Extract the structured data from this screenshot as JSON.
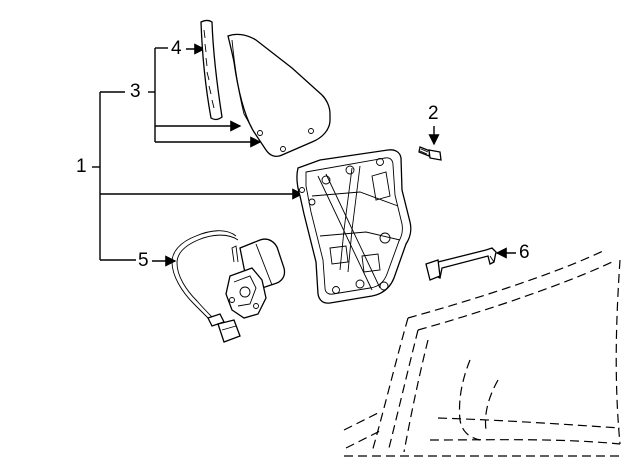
{
  "diagram": {
    "callouts": [
      {
        "id": "1",
        "label": "1"
      },
      {
        "id": "2",
        "label": "2"
      },
      {
        "id": "3",
        "label": "3"
      },
      {
        "id": "4",
        "label": "4"
      },
      {
        "id": "5",
        "label": "5"
      },
      {
        "id": "6",
        "label": "6"
      }
    ],
    "line_color": "#000000",
    "background_color": "#ffffff"
  }
}
